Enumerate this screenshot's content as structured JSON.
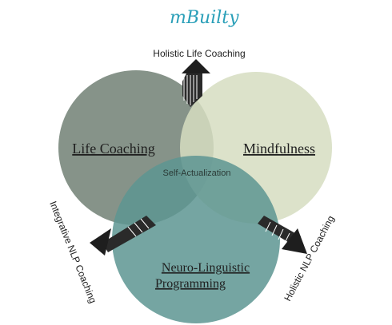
{
  "brand": {
    "logo": "mBuilty",
    "accent": "#2a9fb8"
  },
  "diagram": {
    "arrow_top_label": "Holistic Life Coaching",
    "arrow_left_label": "Integrative NLP Coaching",
    "arrow_right_label": "Holistic NLP Coaching",
    "center_label": "Self-Actualization",
    "circle_left_label": "Life Coaching",
    "circle_right_label": "Mindfulness",
    "circle_bottom_line1": "Neuro-Linguistic",
    "circle_bottom_line2": "Programming"
  },
  "colors": {
    "circle_left": "#79877c",
    "circle_right": "#d8dfc4",
    "circle_bottom": "#5f9693",
    "label_dark": "#1f1f1f"
  }
}
